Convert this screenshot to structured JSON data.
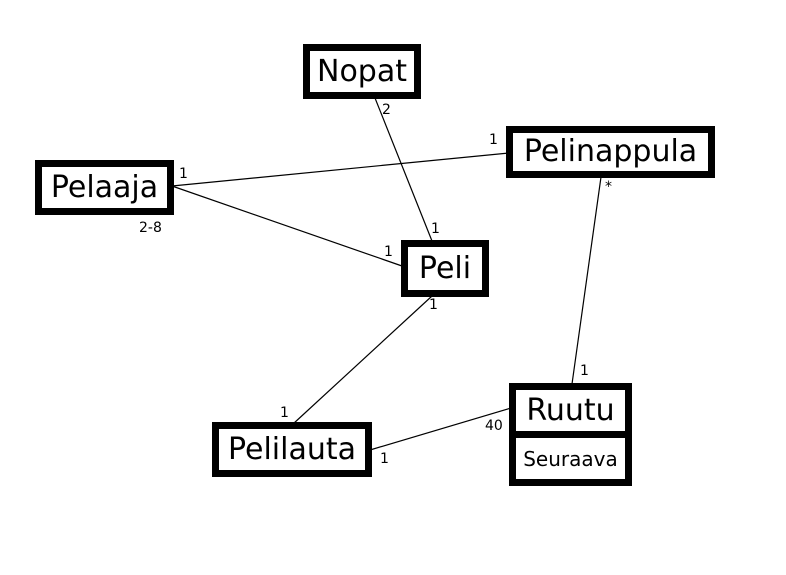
{
  "classes": {
    "nopat": "Nopat",
    "pelinappula": "Pelinappula",
    "pelaaja": "Pelaaja",
    "peli": "Peli",
    "pelilauta": "Pelilauta",
    "ruutu": "Ruutu",
    "ruutu_attribute": "Seuraava"
  },
  "multiplicities": {
    "nopat_peli_nopat": "2",
    "nopat_peli_peli": "1",
    "pelaaja_pelinappula_pelaaja": "1",
    "pelaaja_pelinappula_pelinappula": "1",
    "pelaaja_peli_pelaaja": "2-8",
    "pelaaja_peli_peli": "1",
    "peli_pelilauta_peli": "1",
    "peli_pelilauta_pelilauta": "1",
    "pelinappula_ruutu_pelinappula": "*",
    "pelinappula_ruutu_ruutu": "1",
    "pelilauta_ruutu_pelilauta": "1",
    "pelilauta_ruutu_ruutu": "40"
  }
}
